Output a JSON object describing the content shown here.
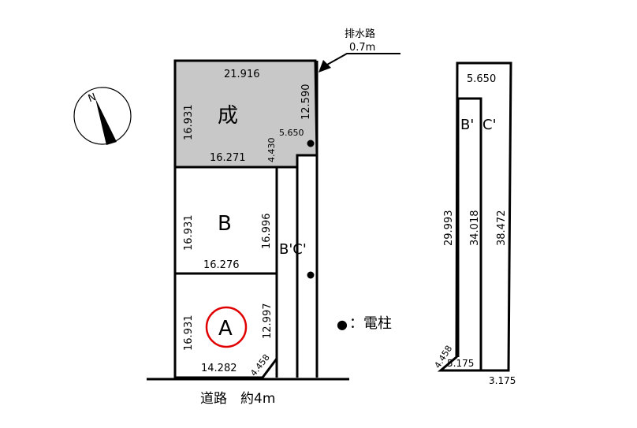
{
  "drainage": {
    "label": "排水路",
    "width": "0.7m"
  },
  "road": {
    "label": "道路　約4m"
  },
  "legend": {
    "marker": "●",
    "text": "：電柱"
  },
  "lots": {
    "sold": {
      "label": "成",
      "top": "21.916",
      "left": "16.931",
      "right": "12.590",
      "bottom": "16.271",
      "corner_right": "5.650",
      "corner_left": "4.430"
    },
    "b": {
      "label": "B",
      "left": "16.931",
      "right": "16.996",
      "bottom": "16.276"
    },
    "a": {
      "label": "A",
      "left": "16.931",
      "right": "12.997",
      "bottom": "14.282",
      "corner": "4.458"
    },
    "flag_lbl": "B'C'"
  },
  "detail": {
    "top": "5.650",
    "label_b": "B'",
    "label_c": "C'",
    "side1": "29.993",
    "side2": "34.018",
    "side3": "38.472",
    "corner": "4.458",
    "bottom_inner": "5.175",
    "bottom_outer": "3.175"
  },
  "compass": {
    "north": "N"
  },
  "colors": {
    "sold_fill": "#c8c8c8",
    "circle": "#e00000",
    "line": "#000000"
  }
}
